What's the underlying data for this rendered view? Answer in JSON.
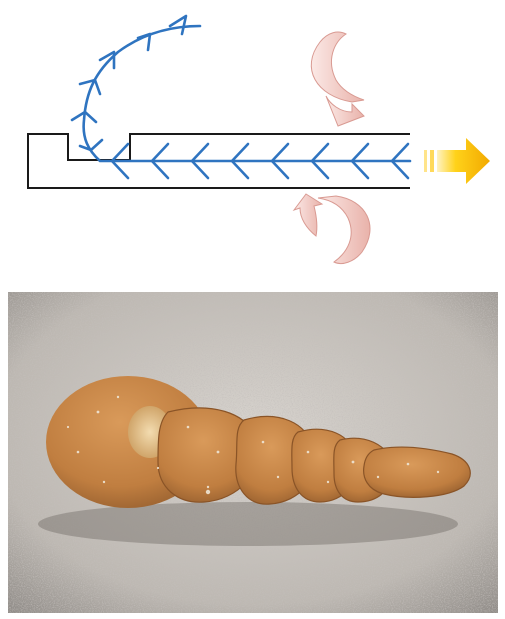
{
  "diagram": {
    "colors": {
      "outline": "#1a1a1a",
      "flow_arrows": "#2f74c0",
      "rotation_arrows": "#f2c9c4",
      "rotation_arrows_edge": "#d99a92",
      "pull_arrow": "#f6b800"
    },
    "icons": [
      "rotation-arrow-top",
      "rotation-arrow-bottom",
      "pull-arrow"
    ]
  },
  "photo": {
    "subject": "twisted-doughnut",
    "colors": {
      "countertop": "#c9c4bf",
      "dough": "#c88a4a",
      "dough_shadow": "#8f5a2c",
      "sugar": "#efe6d6"
    }
  }
}
